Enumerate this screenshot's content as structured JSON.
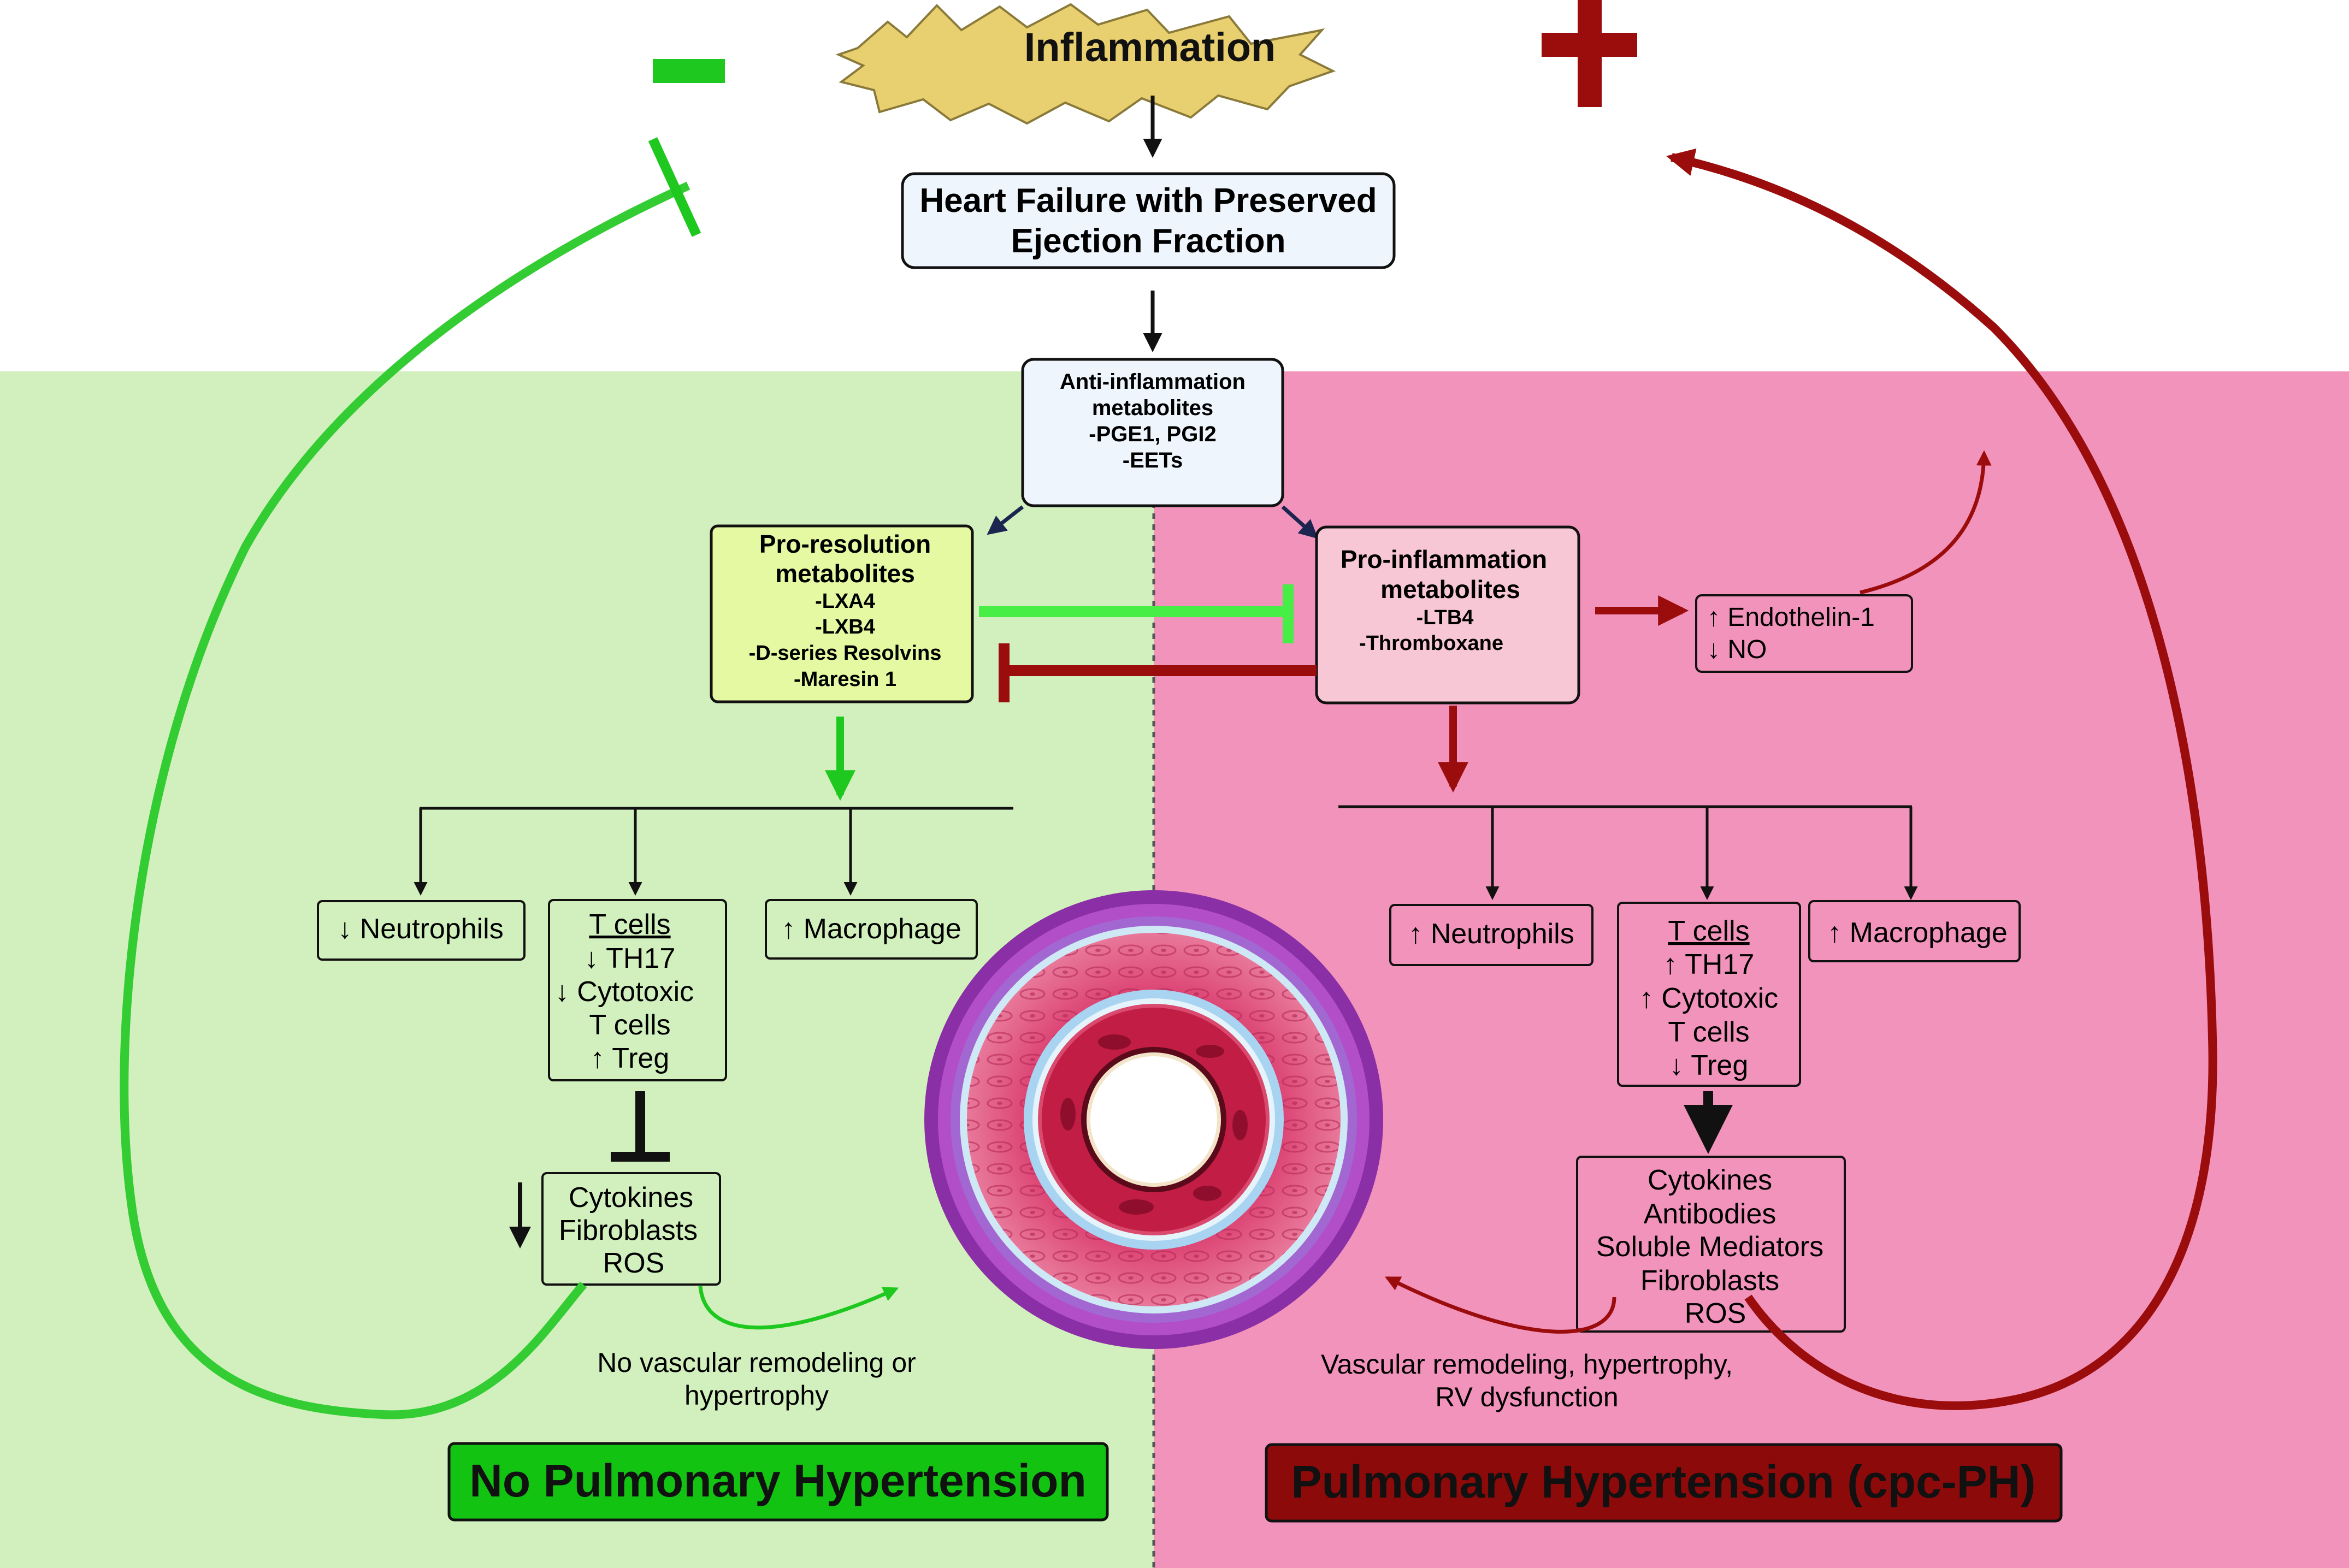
{
  "top": {
    "title": "Inflammation",
    "minus_sign": "−",
    "plus_sign": "+",
    "hfpef_line1": "Heart Failure with Preserved",
    "hfpef_line2": "Ejection Fraction"
  },
  "anti_inflammation": {
    "lines": [
      "Anti-inflammation",
      "metabolites",
      "-PGE1, PGI2",
      "-EETs"
    ]
  },
  "left": {
    "pro_resolution": [
      "Pro-resolution",
      "metabolites",
      "-LXA4",
      "-LXB4",
      "-D-series Resolvins",
      "-Maresin 1"
    ],
    "neutrophils": "↓ Neutrophils",
    "tcells": [
      "T cells",
      "↓ TH17",
      "↓ Cytotoxic",
      "T cells",
      "↑ Treg"
    ],
    "macrophage": "↑ Macrophage",
    "outputs": [
      "Cytokines",
      "Fibroblasts",
      "ROS"
    ],
    "outcome_text": [
      "No vascular remodeling or",
      "hypertrophy"
    ],
    "result": "No Pulmonary Hypertension",
    "colors": {
      "panel": "#d1f0bd",
      "accent": "#1ec81e",
      "result_fill": "#12c312"
    }
  },
  "right": {
    "pro_inflammation": [
      "Pro-inflammation",
      "metabolites",
      "-LTB4",
      "-Thromboxane"
    ],
    "endothelin": [
      "↑ Endothelin-1",
      "↓ NO"
    ],
    "neutrophils": "↑ Neutrophils",
    "tcells": [
      "T cells",
      "↑ TH17",
      "↑ Cytotoxic",
      "T cells",
      "↓ Treg"
    ],
    "macrophage": "↑ Macrophage",
    "outputs": [
      "Cytokines",
      "Antibodies",
      "Soluble Mediators",
      "Fibroblasts",
      "ROS"
    ],
    "outcome_text": [
      "Vascular remodeling, hypertrophy,",
      "RV dysfunction"
    ],
    "result": "Pulmonary Hypertension (cpc-PH)",
    "colors": {
      "panel": "#f293bb",
      "accent": "#9b0d0d",
      "result_fill": "#8c0a0a"
    }
  }
}
